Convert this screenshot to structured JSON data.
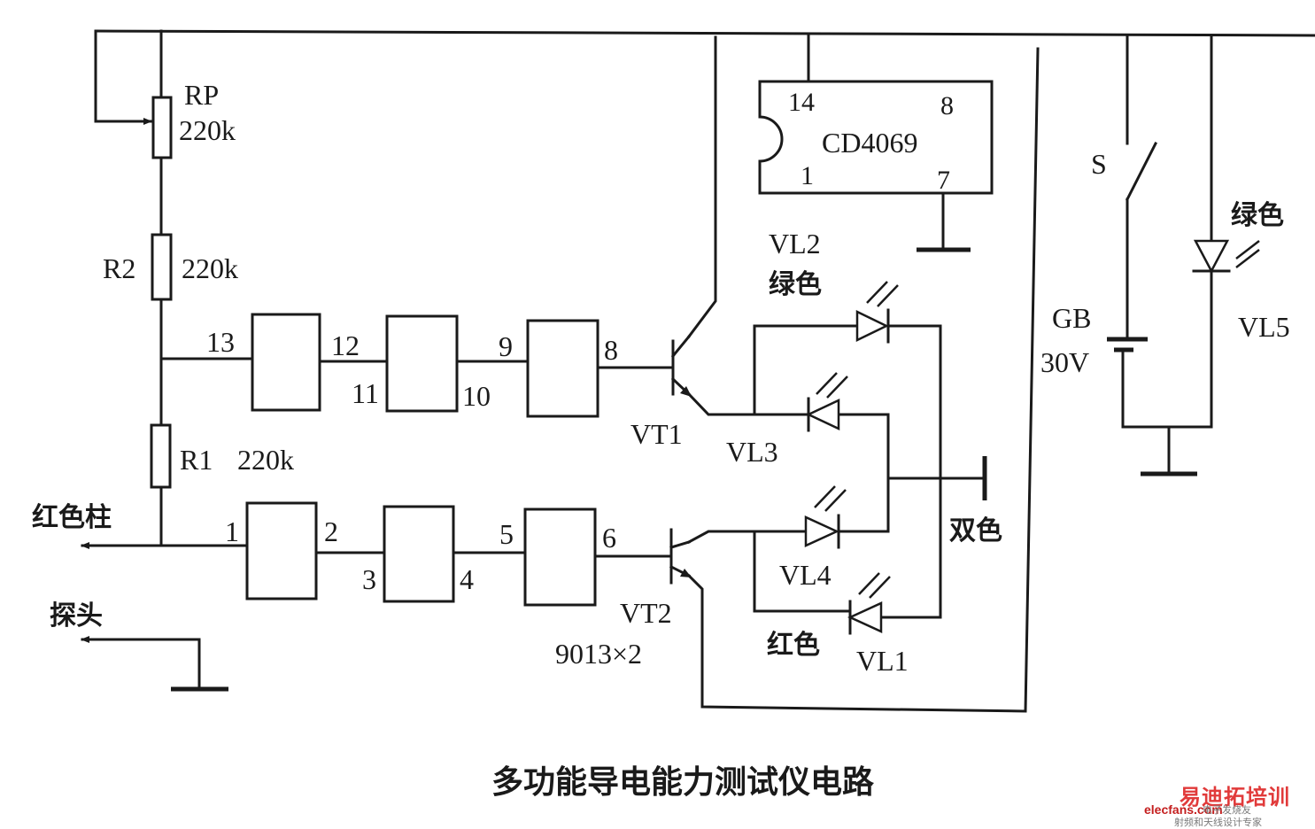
{
  "title": "多功能导电能力测试仪电路",
  "ic": {
    "name": "CD4069",
    "pin_top_left": "14",
    "pin_top_right": "8",
    "pin_bottom_left": "1",
    "pin_bottom_right": "7"
  },
  "resistors": {
    "rp": {
      "name": "RP",
      "value": "220k"
    },
    "r2": {
      "name": "R2",
      "value": "220k"
    },
    "r1": {
      "name": "R1",
      "value": "220k"
    }
  },
  "gate_pins": {
    "p13": "13",
    "p12": "12",
    "p11": "11",
    "p10": "10",
    "p9": "9",
    "p8": "8",
    "p1": "1",
    "p2": "2",
    "p3": "3",
    "p4": "4",
    "p5": "5",
    "p6": "6"
  },
  "transistors": {
    "vt1": "VT1",
    "vt2": "VT2",
    "model": "9013×2"
  },
  "leds": {
    "vl1": "VL1",
    "vl2": "VL2",
    "vl3": "VL3",
    "vl4": "VL4",
    "vl5": "VL5",
    "green_vl2": "绿色",
    "green_vl5": "绿色",
    "red": "红色",
    "bicolor": "双色"
  },
  "power": {
    "switch": "S",
    "battery": "GB",
    "voltage": "30V"
  },
  "terminals": {
    "red_post": "红色柱",
    "probe": "探头"
  },
  "watermark": {
    "main": "易迪拓培训",
    "site": "elecfans.com",
    "sub": "电子发烧友",
    "tag": "射频和天线设计专家"
  }
}
